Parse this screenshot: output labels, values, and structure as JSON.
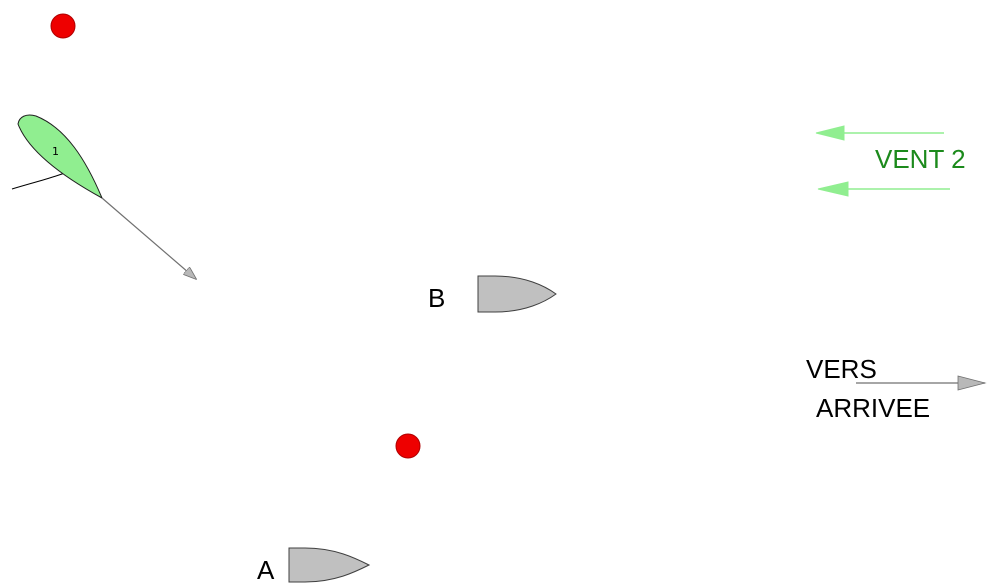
{
  "boat_green": {
    "number": "1",
    "fill": "#90ee90"
  },
  "boat_b": {
    "label": "B",
    "fill": "#c0c0c0"
  },
  "boat_a": {
    "label": "A",
    "fill": "#c0c0c0"
  },
  "wind": {
    "label": "VENT 2",
    "color": "#1c8a1c",
    "arrow_color": "#90ee90"
  },
  "finish": {
    "line1": "VERS",
    "line2": "ARRIVEE"
  },
  "marks": {
    "color": "#ee0000"
  }
}
